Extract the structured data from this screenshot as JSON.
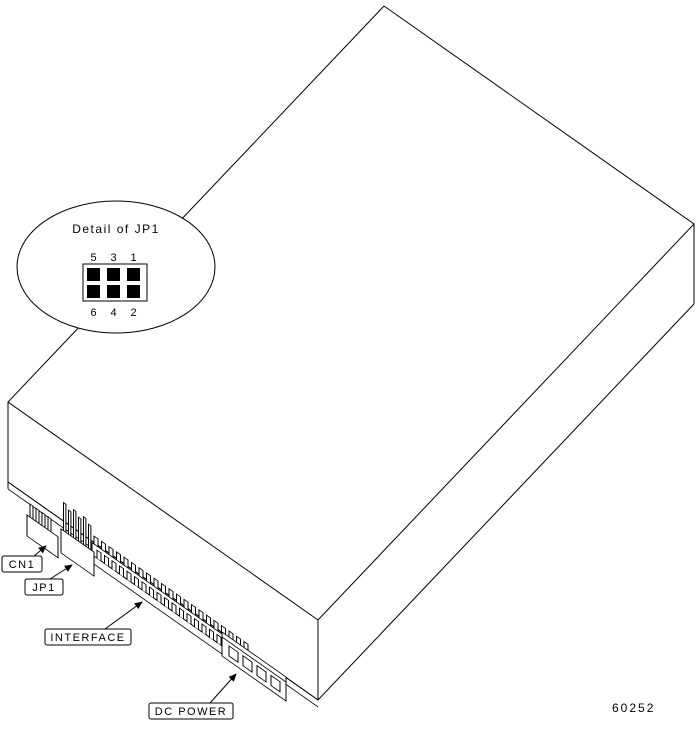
{
  "diagram": {
    "figure_number": "60252",
    "detail_balloon": {
      "title": "Detail of JP1",
      "pins_top": [
        "5",
        "3",
        "1"
      ],
      "pins_bottom": [
        "6",
        "4",
        "2"
      ]
    },
    "callouts": {
      "cn1": "CN1",
      "jp1": "JP1",
      "interface": "INTERFACE",
      "dc_power": "DC POWER"
    },
    "colors": {
      "line": "#000000",
      "background": "#ffffff"
    }
  }
}
